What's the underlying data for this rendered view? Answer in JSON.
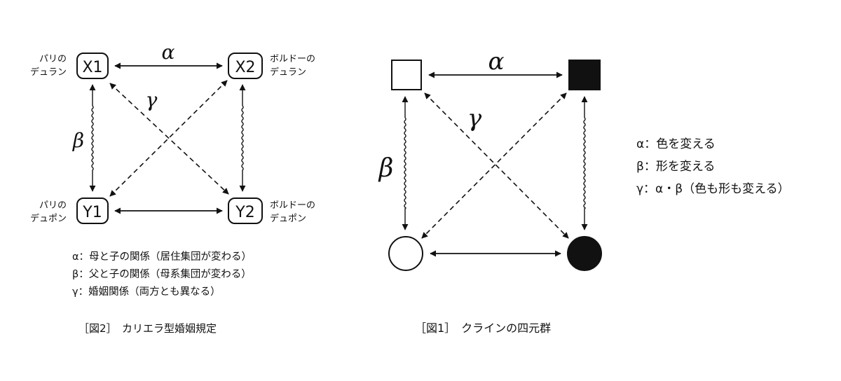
{
  "fig2": {
    "nodes": [
      {
        "id": "X1",
        "label": "X1",
        "note": [
          "パリの",
          "デュラン"
        ]
      },
      {
        "id": "X2",
        "label": "X2",
        "note": [
          "ボルドーの",
          "デュラン"
        ]
      },
      {
        "id": "Y1",
        "label": "Y1",
        "note": [
          "パリの",
          "デュポン"
        ]
      },
      {
        "id": "Y2",
        "label": "Y2",
        "note": [
          "ボルドーの",
          "デュポン"
        ]
      }
    ],
    "greek": {
      "alpha": "α",
      "beta": "β",
      "gamma": "γ"
    },
    "legend": [
      "α：母と子の関係（居住集団が変わる）",
      "β：父と子の関係（母系集団が変わる）",
      "γ：婚姻関係（両方とも異なる）"
    ],
    "caption": "［図2］　カリエラ型婚姻規定"
  },
  "fig1": {
    "shapes": [
      {
        "id": "white-square",
        "kind": "square",
        "fill": "#ffffff"
      },
      {
        "id": "black-square",
        "kind": "square",
        "fill": "#111111"
      },
      {
        "id": "white-circle",
        "kind": "circle",
        "fill": "#ffffff"
      },
      {
        "id": "black-circle",
        "kind": "circle",
        "fill": "#111111"
      }
    ],
    "greek": {
      "alpha": "α",
      "beta": "β",
      "gamma": "γ"
    },
    "legend": [
      "α：色を変える",
      "β：形を変える",
      "γ：α・β（色も形も変える）"
    ],
    "caption": "［図1］　クラインの四元群"
  },
  "colors": {
    "ink": "#111111",
    "paper": "#ffffff"
  }
}
